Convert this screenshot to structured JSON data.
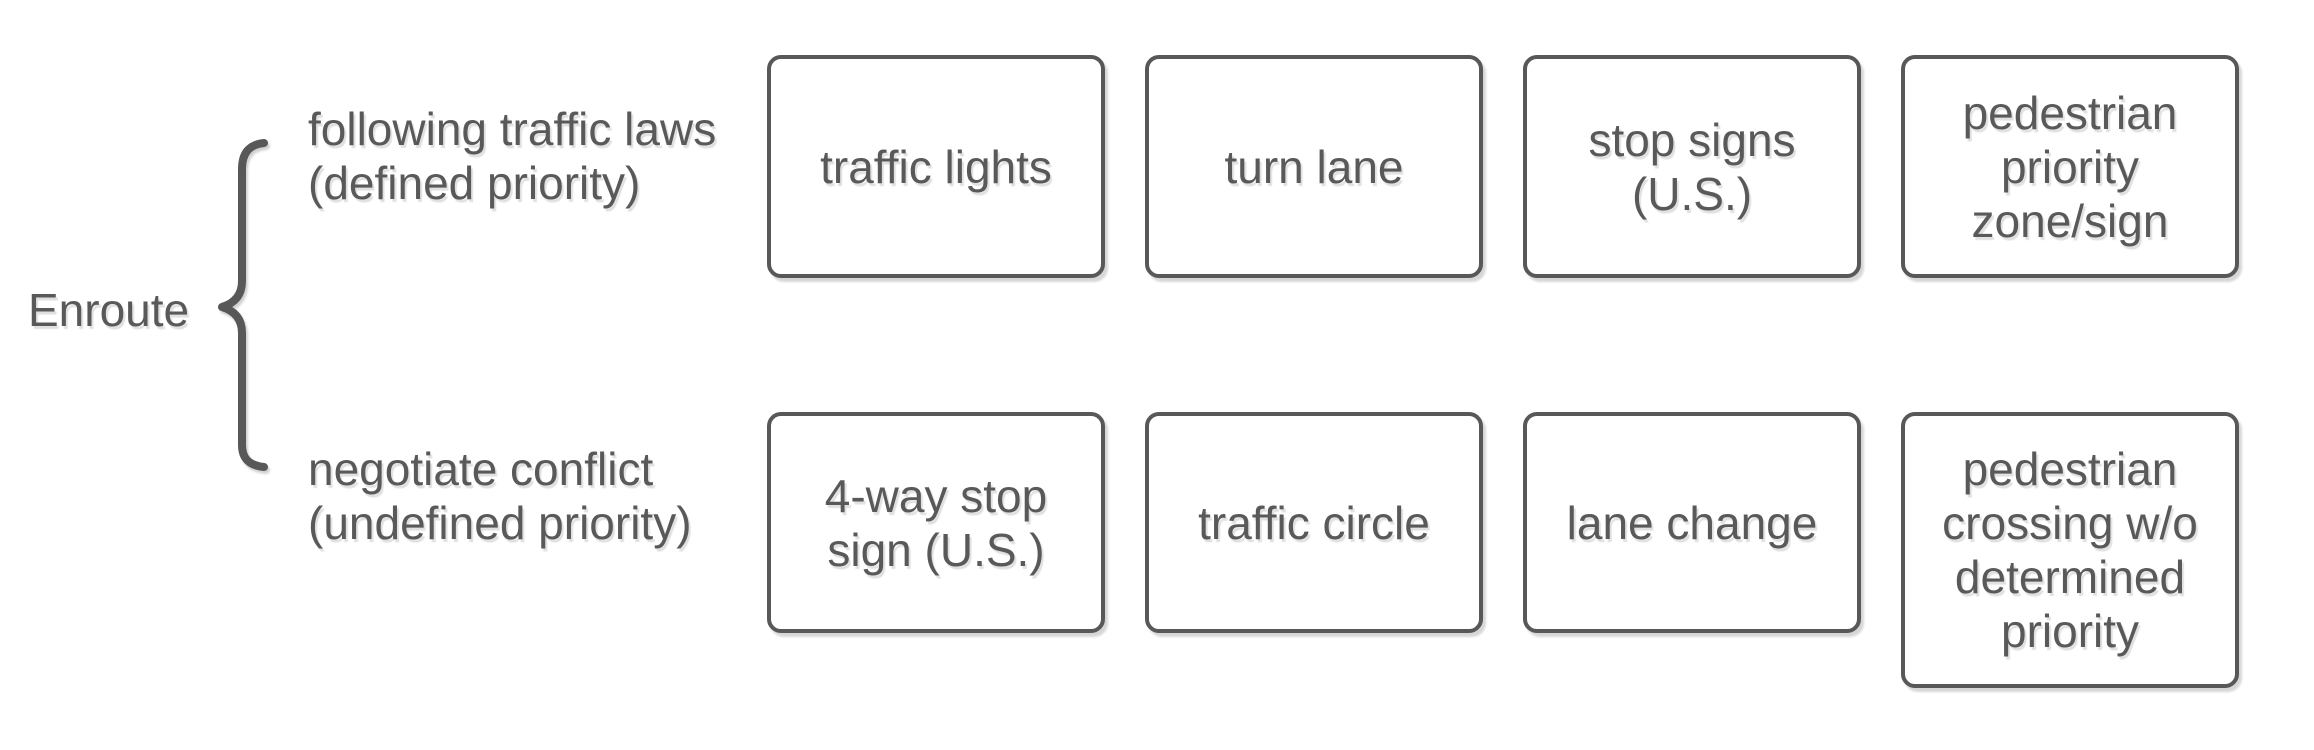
{
  "colors": {
    "text": "#595959",
    "stroke": "#585858",
    "box_fill": "#ffffff",
    "background": "#ffffff"
  },
  "root": {
    "label": "Enroute"
  },
  "rows": [
    {
      "label": "following traffic laws\n(defined priority)",
      "boxes": [
        "traffic lights",
        "turn lane",
        "stop signs\n(U.S.)",
        "pedestrian\npriority\nzone/sign"
      ]
    },
    {
      "label": "negotiate conflict\n(undefined priority)",
      "boxes": [
        "4-way stop\nsign (U.S.)",
        "traffic circle",
        "lane change",
        "pedestrian\ncrossing w/o\ndetermined\npriority"
      ]
    }
  ]
}
